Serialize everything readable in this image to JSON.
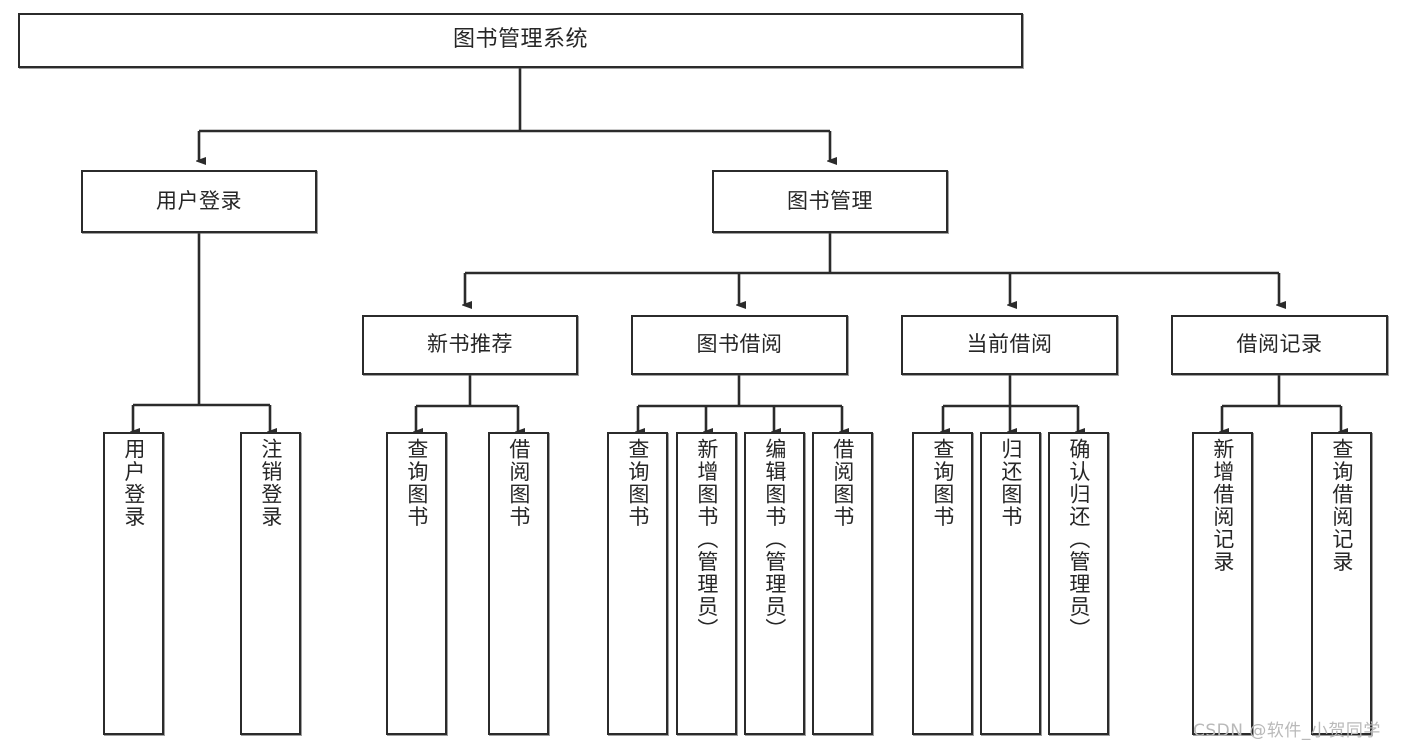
{
  "diagram": {
    "title": "图书管理系统",
    "type": "tree-hierarchy-diagram",
    "watermark": "CSDN @软件_小贺同学",
    "colors": {
      "box_border": "#2b2b2b",
      "box_fill": "#ffffff",
      "text": "#262626",
      "connector": "#2b2b2b",
      "watermark": "#b9b9b9",
      "background": "#ffffff"
    },
    "levels": {
      "root": {
        "label": "图书管理系统"
      },
      "level2": [
        {
          "label": "用户登录"
        },
        {
          "label": "图书管理"
        }
      ],
      "level3": [
        {
          "label": "新书推荐"
        },
        {
          "label": "图书借阅"
        },
        {
          "label": "当前借阅"
        },
        {
          "label": "借阅记录"
        }
      ],
      "leaves": {
        "user_login": [
          {
            "label": "用户登录"
          },
          {
            "label": "注销登录"
          }
        ],
        "new_book_recommend": [
          {
            "label": "查询图书"
          },
          {
            "label": "借阅图书"
          }
        ],
        "book_borrow": [
          {
            "label": "查询图书"
          },
          {
            "label": "新增图书（管理员）"
          },
          {
            "label": "编辑图书（管理员）"
          },
          {
            "label": "借阅图书"
          }
        ],
        "current_borrow": [
          {
            "label": "查询图书"
          },
          {
            "label": "归还图书"
          },
          {
            "label": "确认归还（管理员）"
          }
        ],
        "borrow_record": [
          {
            "label": "新增借阅记录"
          },
          {
            "label": "查询借阅记录"
          }
        ]
      }
    }
  }
}
